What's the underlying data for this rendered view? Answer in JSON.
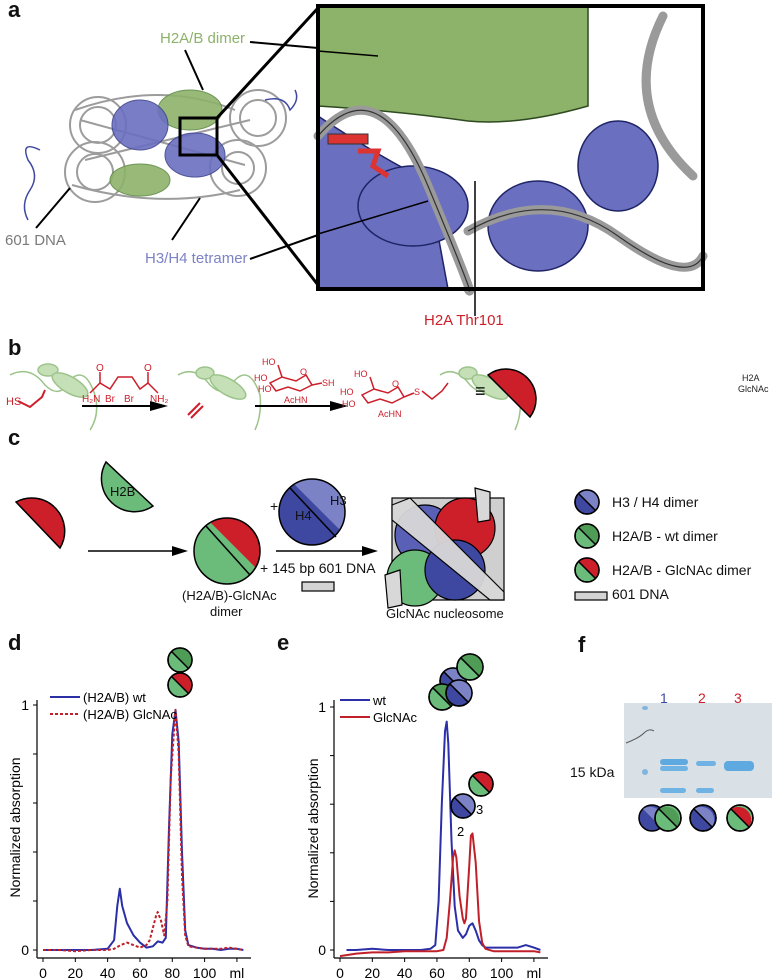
{
  "panels": {
    "a": {
      "letter": "a",
      "labels": {
        "dimer": "H2A/B dimer",
        "dna": "601 DNA",
        "tetramer": "H3/H4 tetramer",
        "residue": "H2A Thr101"
      }
    },
    "b": {
      "letter": "b",
      "reagent1": {
        "h2n": "H₂N",
        "br1": "Br",
        "br2": "Br",
        "nh2": "NH₂",
        "o": "O"
      },
      "reagent2": {
        "ho": "HO",
        "o": "O",
        "sh": "SH",
        "achn": "AcHN"
      },
      "start_group": "HS",
      "product": {
        "ho": "HO",
        "o": "O",
        "s": "S",
        "achn": "AcHN"
      },
      "equiv_symbol": "≡",
      "symbol_label_1": "H2A",
      "symbol_label_2": "GlcNAc"
    },
    "c": {
      "letter": "c",
      "h2b": "H2B",
      "h3": "H3",
      "h4": "H4",
      "plus": "+",
      "dna_text": "+ 145 bp 601 DNA",
      "dimer_label_1": "(H2A/B)-GlcNAc",
      "dimer_label_2": "dimer",
      "nucleosome_label": "GlcNAc nucleosome",
      "legend": [
        {
          "label": "H3 / H4 dimer"
        },
        {
          "label": "H2A/B - wt dimer"
        },
        {
          "label": "H2A/B - GlcNAc dimer"
        },
        {
          "label": "601 DNA"
        }
      ]
    },
    "d": {
      "letter": "d"
    },
    "e": {
      "letter": "e",
      "peak2": "2",
      "peak3": "3"
    },
    "f": {
      "letter": "f",
      "lanes": [
        "1",
        "2",
        "3"
      ],
      "marker": "15 kDa"
    }
  },
  "colors": {
    "red": "#cc1f2a",
    "green_light": "#6bbb7a",
    "green_dark": "#4e9c55",
    "blue_dark": "#3f48a0",
    "blue_light": "#7b82c6",
    "protein_green": "#8db26a",
    "protein_blue": "#6a6fc0",
    "dna_gray": "#a8a8a8",
    "wt_line": "#2b2fa8",
    "glcnac_line": "#c0202a",
    "gel_bg": "#d9e0e6",
    "gel_band": "#5ea9e0"
  },
  "chart_data": [
    {
      "type": "line",
      "panel": "d",
      "xlabel": "ml",
      "ylabel": "Normalized absorption",
      "xlim": [
        0,
        125
      ],
      "ylim": [
        0,
        1
      ],
      "xticks": [
        0,
        20,
        40,
        60,
        80,
        100
      ],
      "xtick_labels": [
        "0",
        "20",
        "40",
        "60",
        "80",
        "100"
      ],
      "x_unit_label": "ml",
      "yticks": [
        0,
        1
      ],
      "ytick_labels": [
        "0",
        "1"
      ],
      "legend_position": "top-left",
      "series": [
        {
          "name": "(H2A/B) wt",
          "style": "solid",
          "x": [
            0,
            10,
            20,
            30,
            40,
            44,
            46,
            47.5,
            49,
            52,
            56,
            60,
            64,
            68,
            71,
            74,
            76,
            78,
            80,
            82,
            84,
            86,
            88,
            90,
            95,
            100,
            105,
            110,
            115,
            120,
            124
          ],
          "y": [
            0.0,
            0.0,
            0.0,
            0.0,
            0.005,
            0.04,
            0.18,
            0.25,
            0.18,
            0.11,
            0.06,
            0.03,
            0.01,
            0.015,
            0.035,
            0.03,
            0.05,
            0.5,
            0.88,
            0.98,
            0.85,
            0.4,
            0.08,
            0.02,
            0.01,
            0.005,
            0.005,
            0.0,
            0.005,
            0.005,
            0.0
          ]
        },
        {
          "name": "(H2A/B) GlcNAc",
          "style": "dashed",
          "x": [
            0,
            10,
            20,
            30,
            40,
            44,
            48,
            52,
            56,
            60,
            64,
            66,
            68,
            70,
            71,
            73,
            75,
            77,
            79,
            82,
            84,
            86,
            88,
            90,
            95,
            100,
            105,
            110,
            115,
            120,
            124
          ],
          "y": [
            0.0,
            0.0,
            -0.005,
            0.0,
            0.0,
            0.005,
            0.02,
            0.03,
            0.02,
            0.01,
            0.02,
            0.04,
            0.09,
            0.14,
            0.155,
            0.12,
            0.06,
            0.2,
            0.7,
            0.98,
            0.8,
            0.3,
            0.06,
            0.015,
            0.01,
            0.005,
            0.005,
            0.005,
            0.01,
            0.005,
            0.0
          ]
        }
      ]
    },
    {
      "type": "line",
      "panel": "e",
      "xlabel": "ml",
      "ylabel": "Normalized absorption",
      "xlim": [
        0,
        125
      ],
      "ylim": [
        0,
        1
      ],
      "xticks": [
        0,
        20,
        40,
        60,
        80,
        100
      ],
      "xtick_labels": [
        "0",
        "20",
        "40",
        "60",
        "80",
        "100"
      ],
      "x_unit_label": "ml",
      "yticks": [
        0,
        1
      ],
      "ytick_labels": [
        "0",
        "1"
      ],
      "legend_position": "top-left",
      "annotations": [
        "2",
        "3"
      ],
      "series": [
        {
          "name": "wt",
          "style": "solid",
          "x": [
            4,
            10,
            20,
            30,
            40,
            50,
            56,
            59,
            61,
            63,
            65,
            66,
            67,
            69,
            71,
            73,
            76,
            78,
            80,
            82,
            84,
            86,
            88,
            90,
            95,
            100,
            105,
            110,
            115,
            120,
            124
          ],
          "y": [
            0.0,
            0.0,
            0.005,
            0.0,
            0.0,
            0.0,
            0.005,
            0.02,
            0.2,
            0.6,
            0.9,
            0.94,
            0.85,
            0.45,
            0.18,
            0.08,
            0.05,
            0.065,
            0.1,
            0.11,
            0.08,
            0.04,
            0.02,
            0.01,
            0.01,
            0.01,
            0.01,
            0.01,
            0.02,
            0.01,
            0.0
          ]
        },
        {
          "name": "GlcNAc",
          "style": "solid",
          "x": [
            0,
            5,
            10,
            20,
            30,
            40,
            50,
            60,
            64,
            66,
            68,
            70,
            71,
            72,
            74,
            76,
            77,
            78,
            80,
            81,
            82,
            84,
            86,
            88,
            90,
            95,
            100,
            110,
            120,
            124
          ],
          "y": [
            -0.025,
            -0.02,
            -0.015,
            -0.01,
            -0.01,
            -0.005,
            -0.005,
            -0.005,
            0.0,
            0.05,
            0.2,
            0.38,
            0.41,
            0.38,
            0.22,
            0.13,
            0.11,
            0.13,
            0.35,
            0.47,
            0.48,
            0.36,
            0.12,
            0.03,
            0.005,
            -0.005,
            -0.005,
            -0.005,
            -0.005,
            -0.01
          ]
        }
      ]
    }
  ]
}
